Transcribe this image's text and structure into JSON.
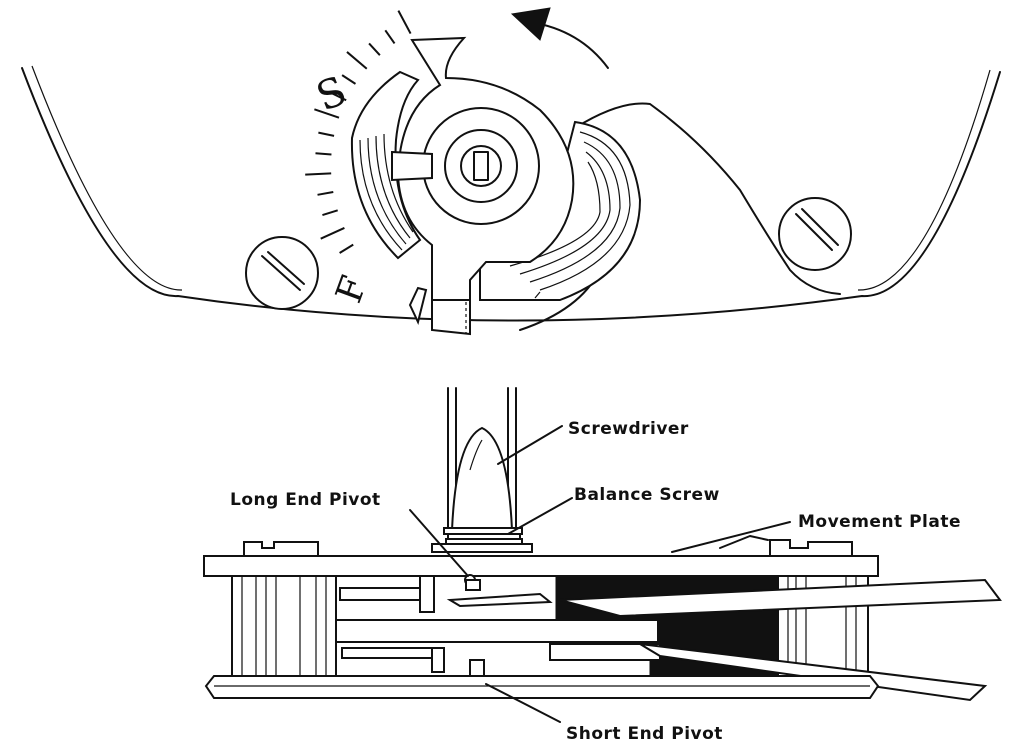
{
  "diagram": {
    "dial_letters": {
      "slow": "S",
      "fast": "F"
    },
    "labels": {
      "screwdriver": "Screwdriver",
      "balance_screw": "Balance Screw",
      "long_end_pivot": "Long End Pivot",
      "movement_plate": "Movement Plate",
      "short_end_pivot": "Short End Pivot"
    }
  }
}
